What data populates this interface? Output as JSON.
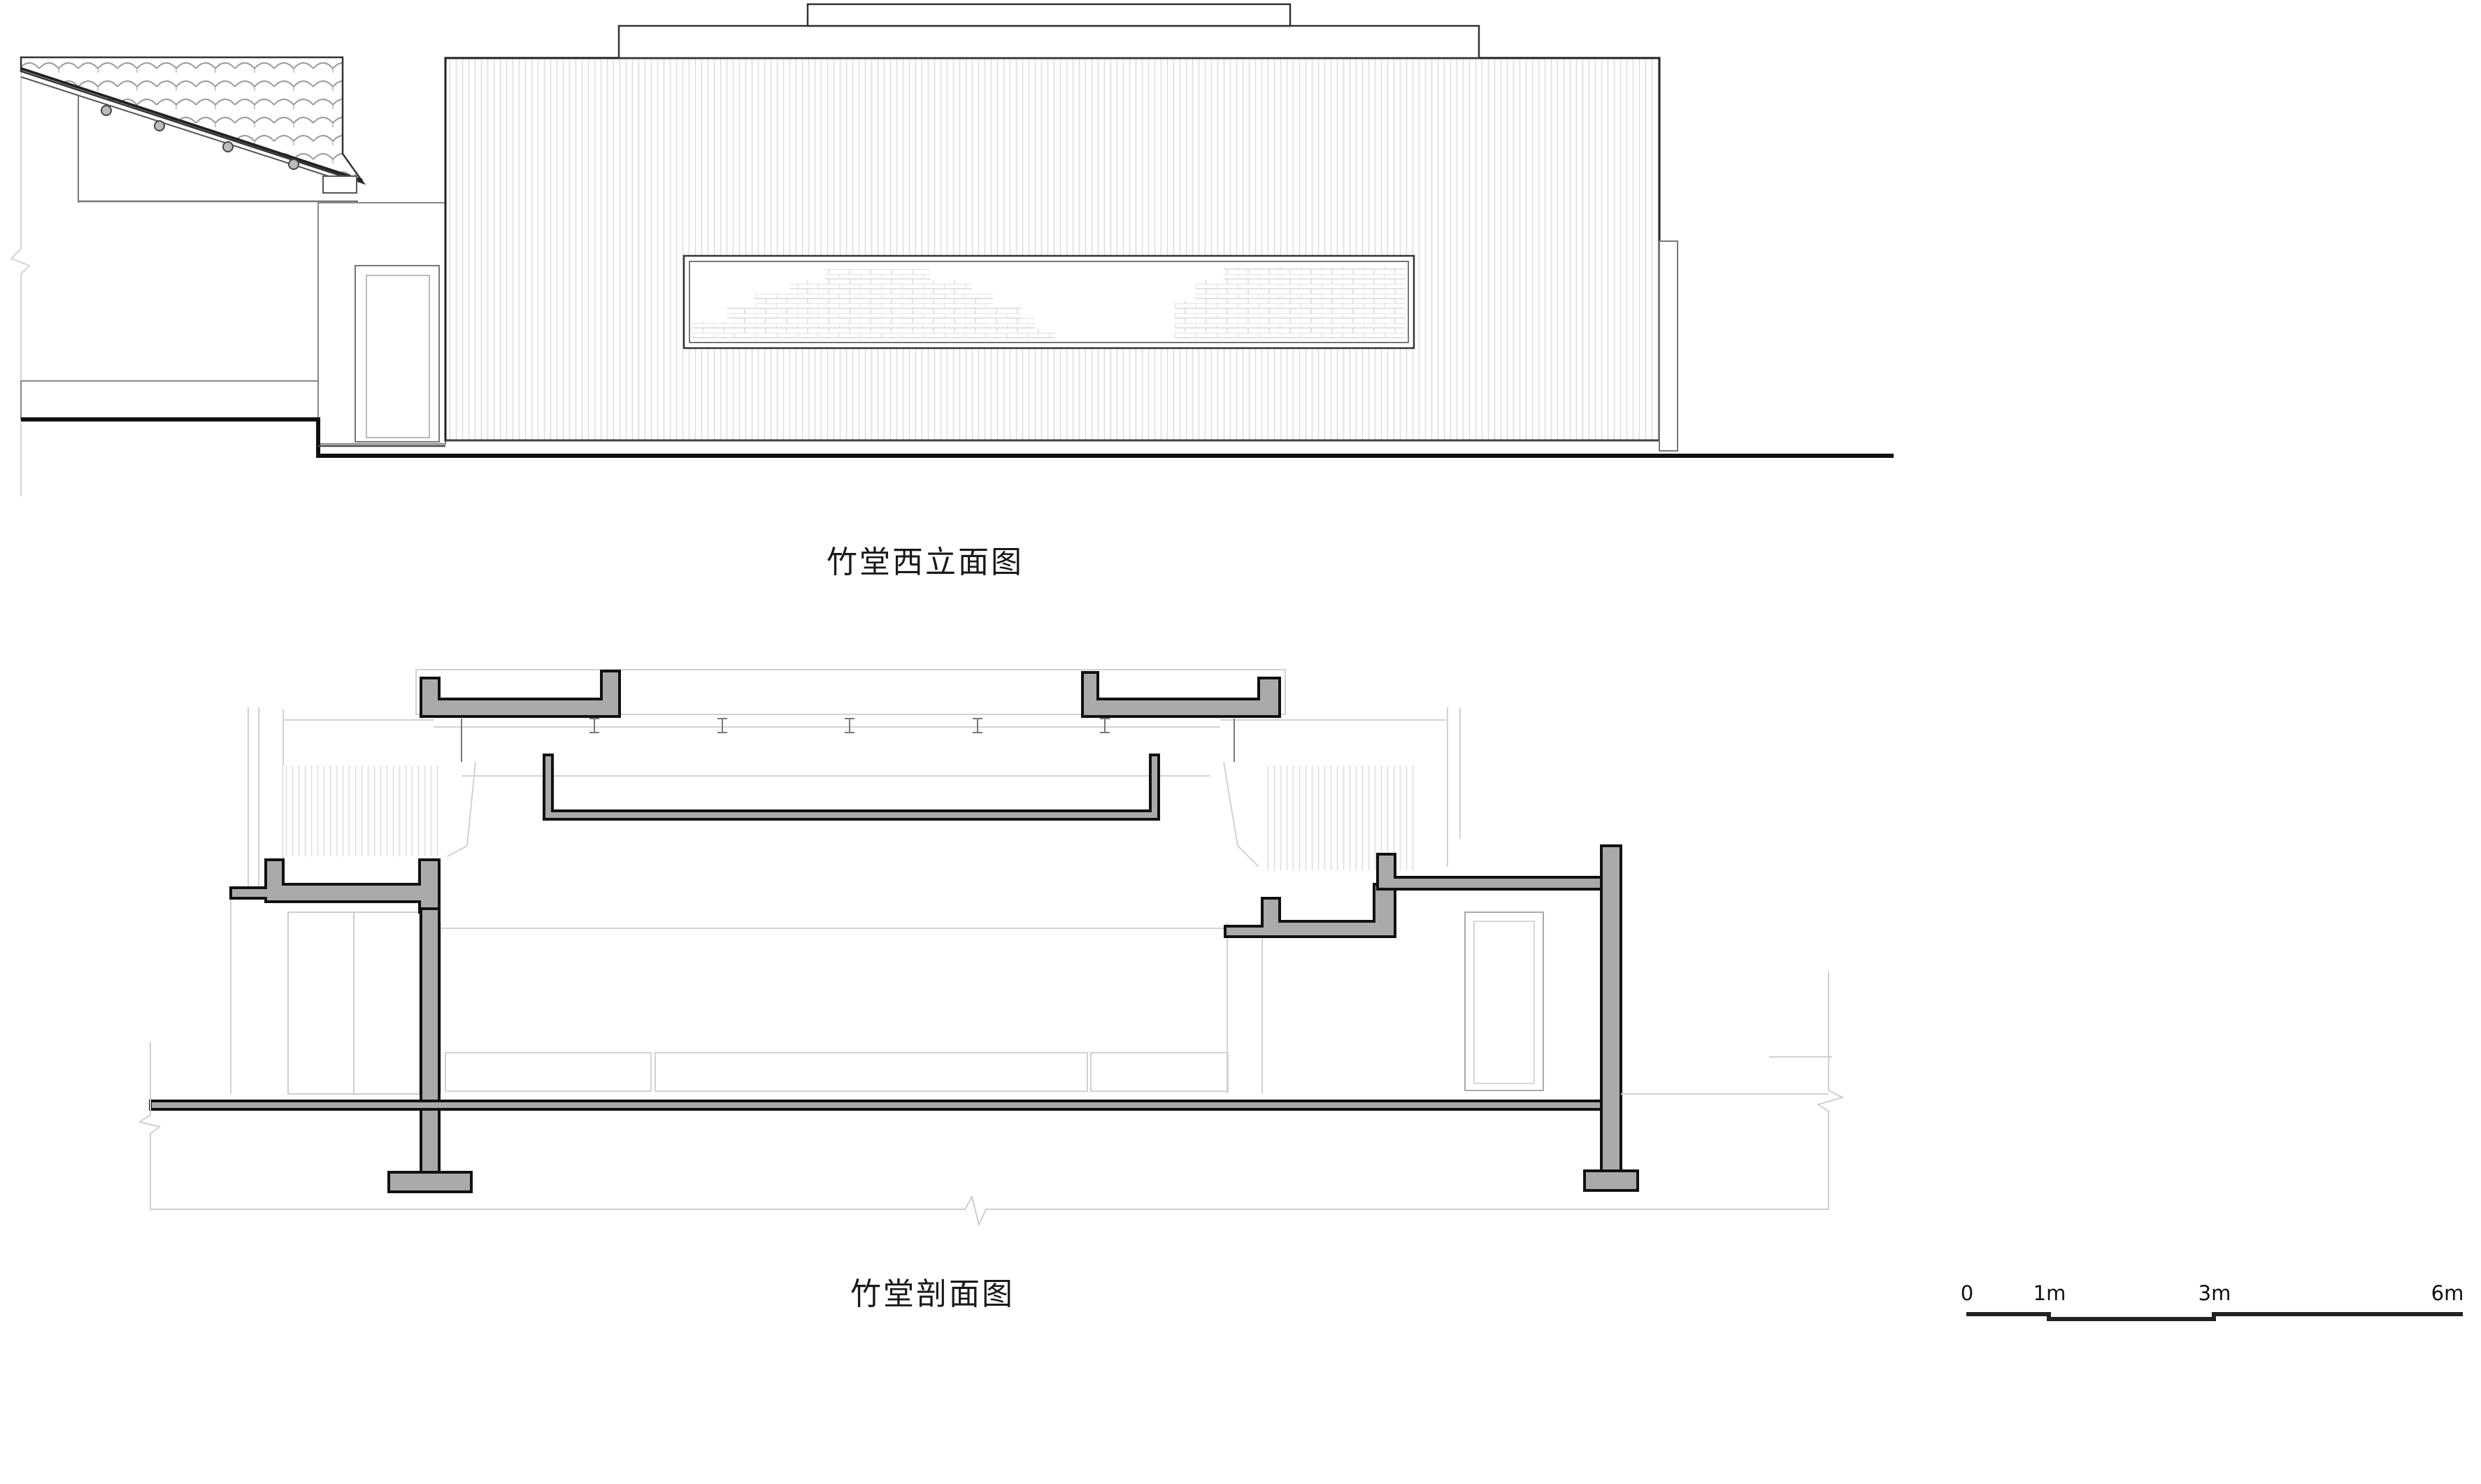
{
  "elevation": {
    "caption": "竹堂西立面图"
  },
  "section": {
    "caption": "竹堂剖面图"
  },
  "scale_bar": {
    "labels": [
      "0",
      "1m",
      "3m",
      "6m"
    ]
  },
  "colors": {
    "line": "#111111",
    "thin_line": "#cfcfcf",
    "cut_fill": "#aaaaaa",
    "background": "#ffffff"
  }
}
